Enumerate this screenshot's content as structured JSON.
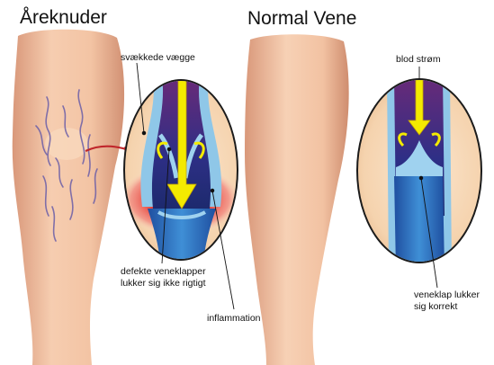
{
  "titles": {
    "left": "Åreknuder",
    "right": "Normal Vene"
  },
  "labels": {
    "weak_walls": "svækkede vægge",
    "defective_valves_line1": "defekte veneklapper",
    "defective_valves_line2": "lukker sig ikke rigtigt",
    "inflammation": "inflammation",
    "blood_flow": "blod strøm",
    "valve_ok_line1": "veneklap lukker",
    "valve_ok_line2": "sig korrekt"
  },
  "colors": {
    "skin": "#f2c3a3",
    "vein_wall": "#8fc7e8",
    "blood": "#3a2c7a",
    "inflammation": "#e0282a",
    "flow_arrow": "#f5e900"
  }
}
